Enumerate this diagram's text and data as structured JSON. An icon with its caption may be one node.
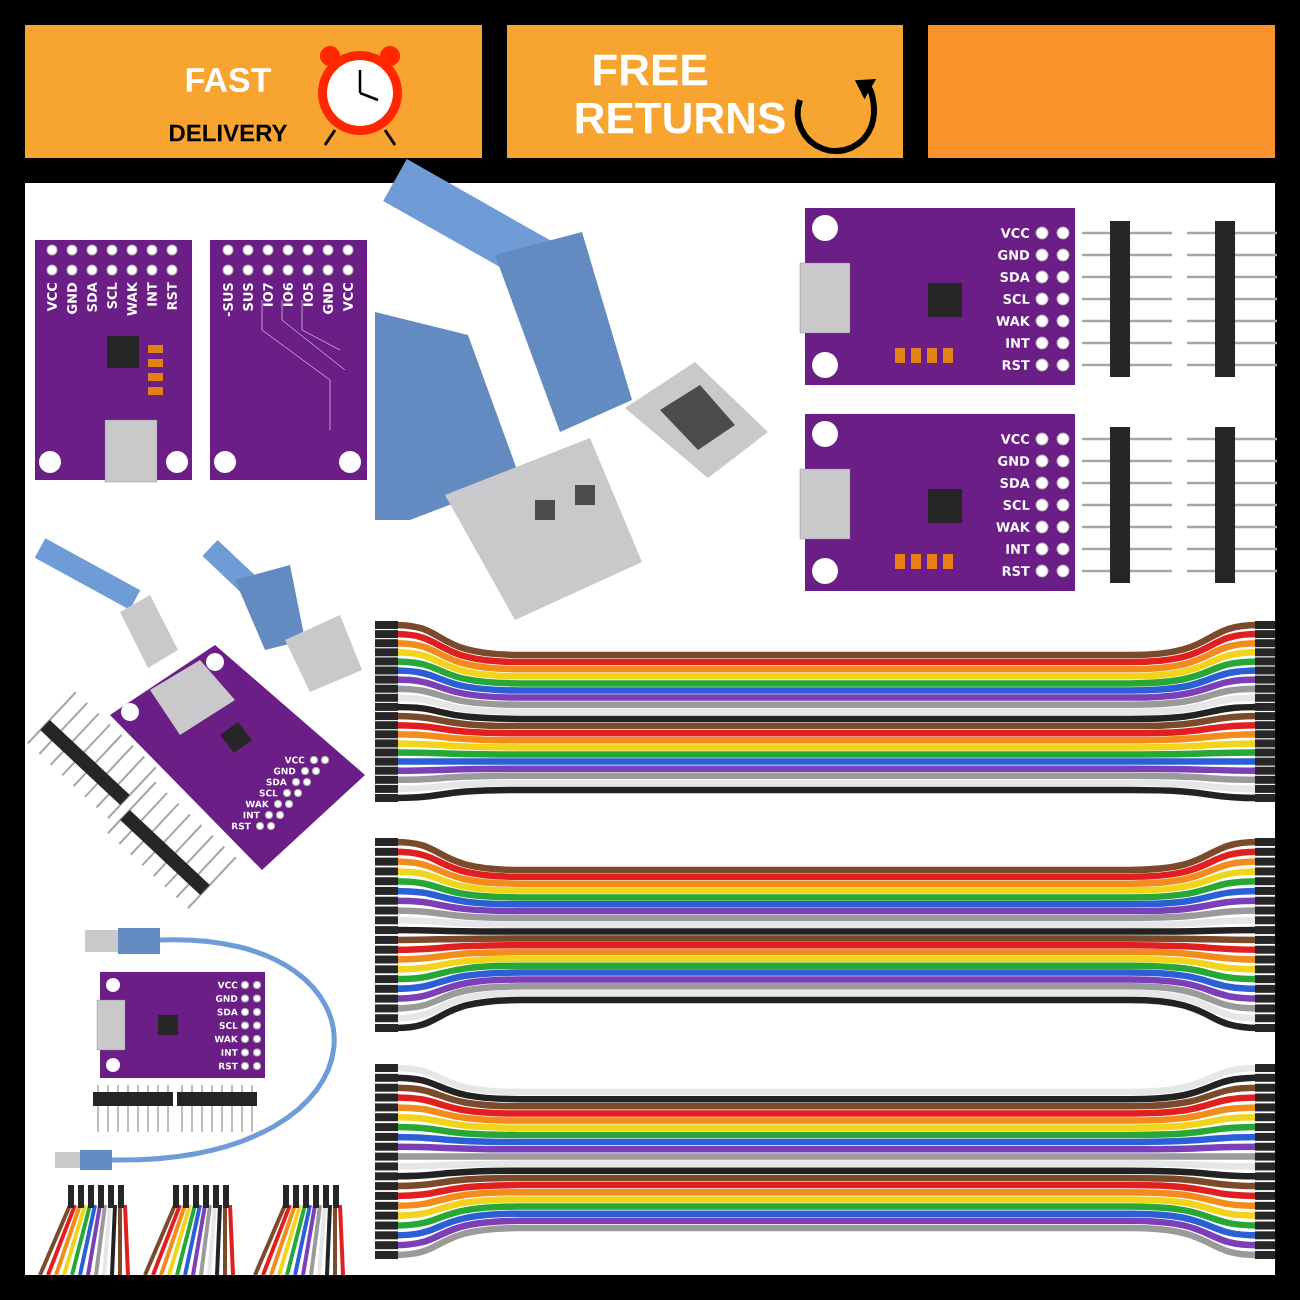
{
  "diagram": {
    "labels": [
      "FAST",
      "DELIVERY",
      "FREE",
      "RETURNS",
      "VCC",
      "GND",
      "SDA",
      "SCL",
      "WAK",
      "INT",
      "RST",
      "-SUS",
      "SUS",
      "IO7",
      "IO6",
      "IO5",
      "GND",
      "VCC",
      "VCC",
      "GND",
      "SDA",
      "SCL",
      "WAK",
      "INT",
      "RST",
      "VCC",
      "GND",
      "SDA",
      "SCL",
      "WAK",
      "INT",
      "RST",
      "VCC",
      "GND",
      "SDA",
      "SCL",
      "WAK",
      "INT",
      "RST",
      "VCC",
      "GND",
      "SDA",
      "SCL",
      "WAK",
      "INT",
      "RST"
    ]
  }
}
